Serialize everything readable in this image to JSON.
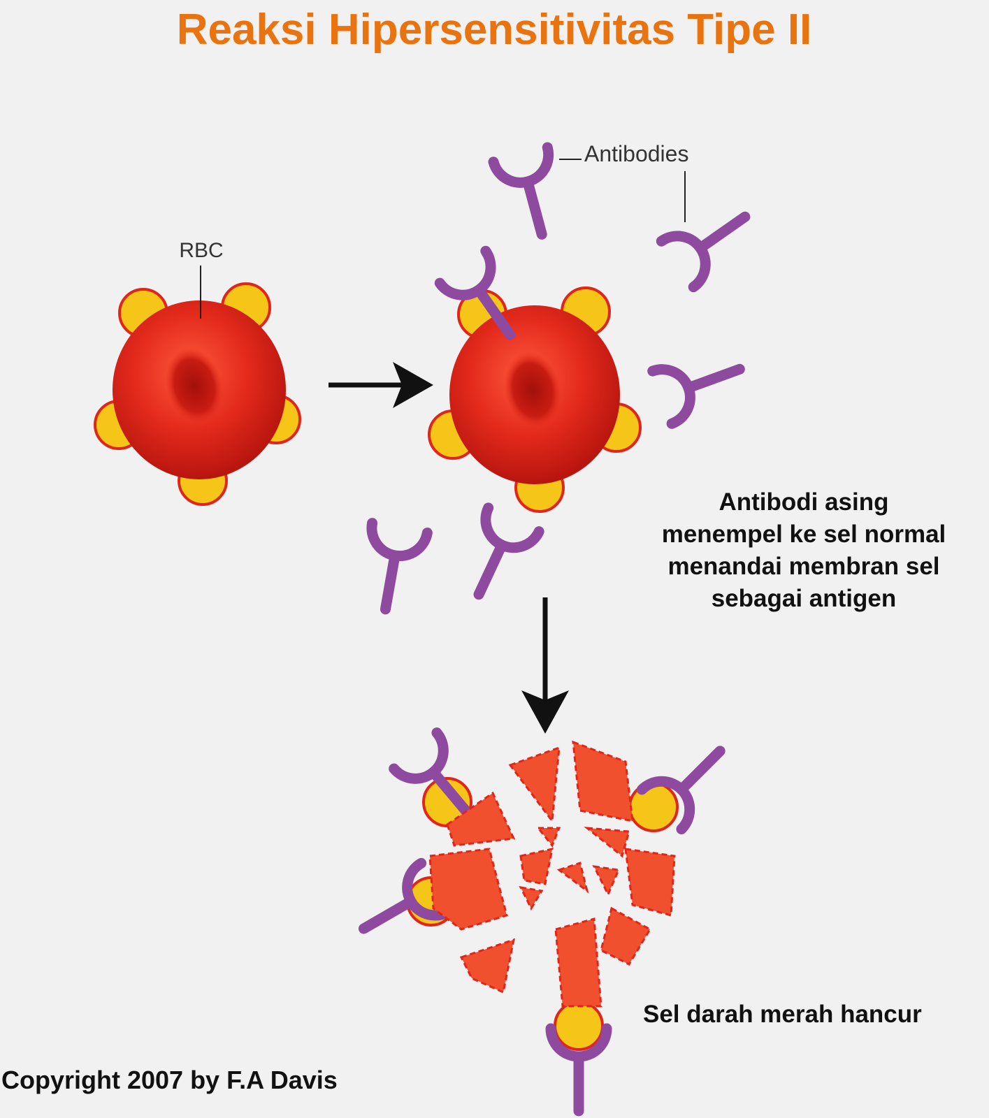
{
  "title": "Reaksi Hipersensitivitas Tipe II",
  "labels": {
    "rbc": "RBC",
    "antibodies": "Antibodies"
  },
  "captions": {
    "step2": [
      "Antibodi asing",
      "menempel ke sel normal",
      "menandai  membran sel",
      "sebagai antigen"
    ],
    "step3": "Sel darah merah hancur"
  },
  "copyright": "Copyright 2007 by F.A Davis",
  "colors": {
    "title": "#e8730f",
    "cell_red": "#e0261b",
    "antigen_yellow": "#f5c518",
    "antibody_purple": "#8e4a9e",
    "fragment_orange": "#f0502e"
  }
}
